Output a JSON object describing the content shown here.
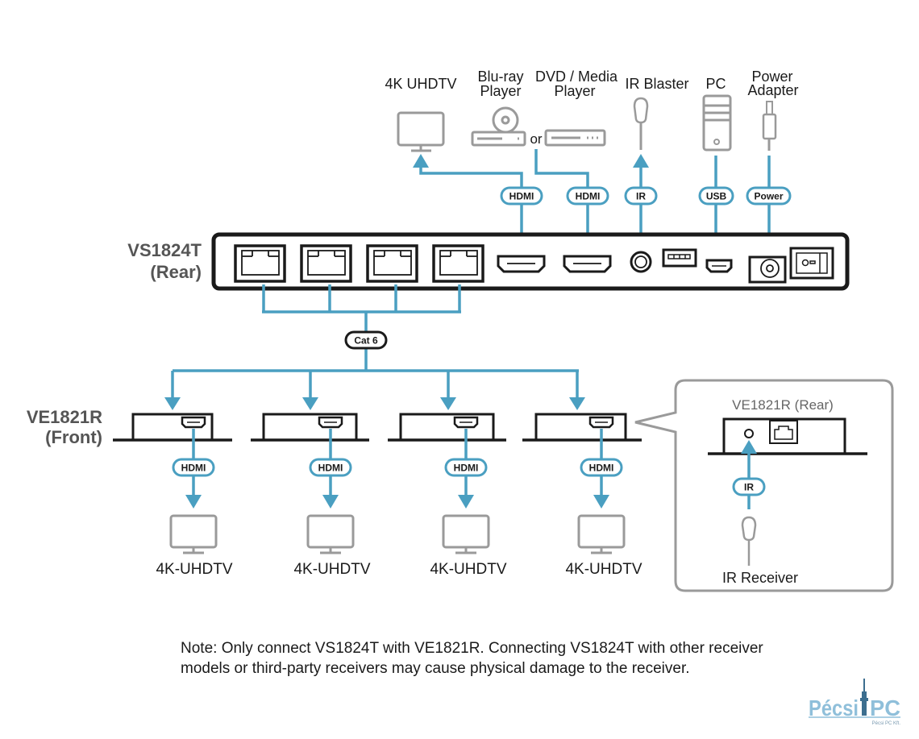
{
  "colors": {
    "cable": "#4a9fc1",
    "device_outline": "#1a1a1a",
    "peripheral_gray": "#9a9a9a",
    "label_gray": "#555555",
    "logo_blue": "#8fbfda",
    "logo_dark": "#3c6e8f"
  },
  "transmitter": {
    "name": "VS1824T",
    "view": "(Rear)",
    "ports": [
      "rj45-1",
      "rj45-2",
      "rj45-3",
      "rj45-4",
      "hdmi-out",
      "hdmi-in",
      "ir-jack",
      "usb-a",
      "micro-usb",
      "dc-power",
      "power-switch"
    ]
  },
  "sources": [
    {
      "label": "4K UHDTV",
      "icon": "tv-icon",
      "cable": "HDMI",
      "direction": "to-device"
    },
    {
      "label_line1": "Blu-ray",
      "label_line2": "Player",
      "icon": "bluray-player-icon"
    },
    {
      "separator": "or"
    },
    {
      "label_line1": "DVD / Media",
      "label_line2": "Player",
      "icon": "media-player-icon",
      "cable": "HDMI",
      "direction": "to-transmitter"
    },
    {
      "label": "IR Blaster",
      "icon": "ir-blaster-icon",
      "cable": "IR",
      "direction": "to-device"
    },
    {
      "label": "PC",
      "icon": "pc-tower-icon",
      "cable": "USB"
    },
    {
      "label_line1": "Power",
      "label_line2": "Adapter",
      "icon": "power-adapter-icon",
      "cable": "Power"
    }
  ],
  "trunk_cable": "Cat 6",
  "receivers": {
    "name": "VE1821R",
    "view": "(Front)",
    "units": [
      {
        "cable": "HDMI",
        "display": "4K-UHDTV"
      },
      {
        "cable": "HDMI",
        "display": "4K-UHDTV"
      },
      {
        "cable": "HDMI",
        "display": "4K-UHDTV"
      },
      {
        "cable": "HDMI",
        "display": "4K-UHDTV"
      }
    ]
  },
  "callout": {
    "title": "VE1821R (Rear)",
    "cable": "IR",
    "device": "IR Receiver"
  },
  "note": {
    "line1": "Note: Only connect VS1824T with VE1821R. Connecting VS1824T with other receiver",
    "line2": "models or third-party receivers may cause physical damage to the receiver."
  },
  "logo": {
    "left": "Pécsi",
    "right": "PC",
    "tagline": "Pécsi PC Kft."
  }
}
